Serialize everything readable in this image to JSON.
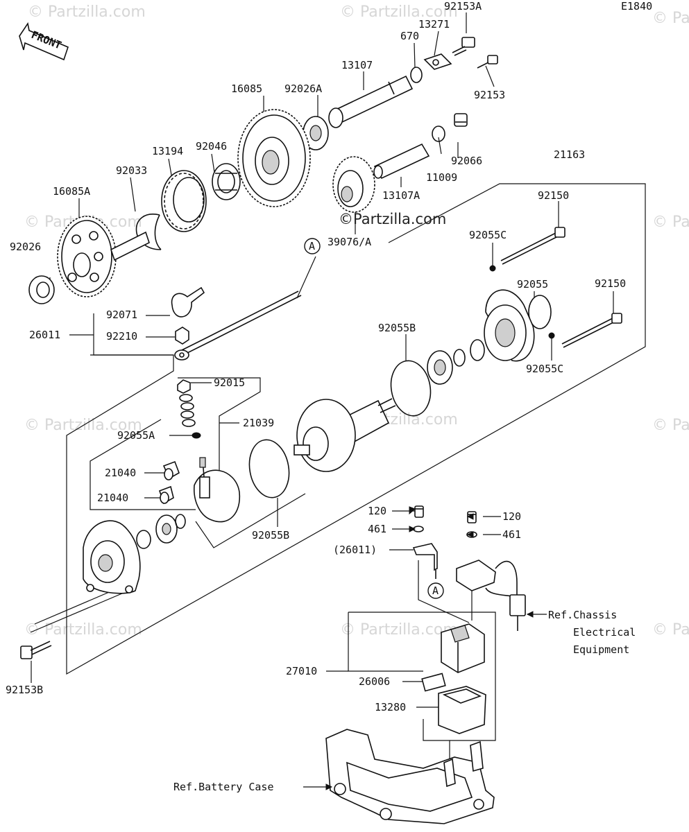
{
  "diagram_code": "E1840",
  "front_label": "FRONT",
  "copyright_label": "©Partzilla.com",
  "watermark": "© Partzilla.com",
  "callout_a": "A",
  "parts": {
    "p92153A": "92153A",
    "p13271": "13271",
    "p670": "670",
    "p13107": "13107",
    "p92153": "92153",
    "p92026A": "92026A",
    "p16085": "16085",
    "p13194": "13194",
    "p92046": "92046",
    "p92033": "92033",
    "p16085A": "16085A",
    "p92066": "92066",
    "p11009": "11009",
    "p13107A": "13107A",
    "p21163": "21163",
    "p92150a": "92150",
    "p92150b": "92150",
    "p39076A": "39076/A",
    "p92026": "92026",
    "p92055Ca": "92055C",
    "p92055": "92055",
    "p92071": "92071",
    "p92210": "92210",
    "p26011": "26011",
    "p92055B1": "92055B",
    "p92055Cb": "92055C",
    "p92015": "92015",
    "p21039": "21039",
    "p92055A": "92055A",
    "p21040a": "21040",
    "p21040b": "21040",
    "p92055B2": "92055B",
    "p120a": "120",
    "p461a": "461",
    "p26011b": "(26011)",
    "p120b": "120",
    "p461b": "461",
    "p27010": "27010",
    "p26006": "26006",
    "p13280": "13280",
    "p92153B": "92153B"
  },
  "refs": {
    "chassis_1": "Ref.Chassis",
    "chassis_2": "Electrical",
    "chassis_3": "Equipment",
    "battery": "Ref.Battery Case"
  }
}
